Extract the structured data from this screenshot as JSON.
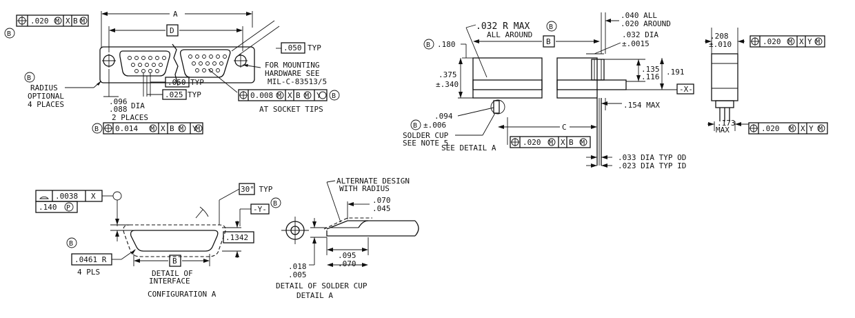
{
  "labels": {
    "dim_a": "A",
    "dim_d": "D",
    "dim_b": "B",
    "dim_c": "C",
    "fcf_top_left_1": ".020",
    "fcf_top_left_2": "X",
    "fcf_top_left_3": "B",
    "typ_050": ".050",
    "typ_word": "TYP",
    "radius_opt_1": "RADIUS",
    "radius_opt_2": "OPTIONAL",
    "radius_opt_3": "4 PLACES",
    "dia_096": ".096",
    "dia_088": ".088",
    "dia_word": "DIA",
    "two_places": "2 PLACES",
    "pitch_050": ".050",
    "pitch_025": ".025",
    "fcf_bottom_1": "0.014",
    "fcf_bottom_2": "X",
    "fcf_bottom_3": "B",
    "fcf_bottom_4": "Y",
    "mount_1": "FOR MOUNTING",
    "mount_2": "HARDWARE SEE",
    "mount_3": "MIL-C-83513/5",
    "fcf_socket_1": "0.008",
    "fcf_socket_2": "X",
    "fcf_socket_3": "B",
    "fcf_socket_4": "Y",
    "at_socket_tips": "AT SOCKET TIPS",
    "r_max": ".032 R MAX",
    "all_around": "ALL AROUND",
    "d180": ".180",
    "d375": ".375",
    "d340": "±.340",
    "d094": ".094",
    "d006": "±.006",
    "solder_cup": "SOLDER CUP",
    "see_note": "SEE NOTE 5",
    "see_detail": "SEE DETAIL A",
    "fcf_side_1": ".020",
    "fcf_side_2": "X",
    "fcf_side_3": "B",
    "all_040": ".040 ALL",
    "around_020": ".020 AROUND",
    "dia_032": ".032 DIA",
    "tol_0015": "±.0015",
    "d135": ".135",
    "d116": ".116",
    "d191": ".191",
    "datum_x": "-X-",
    "max_154": ".154 MAX",
    "od_033": ".033 DIA TYP OD",
    "id_023": ".023 DIA TYP ID",
    "d208": ".208",
    "d010": "±.010",
    "d173": ".173",
    "max_word": "MAX",
    "fcf_end_1": ".020",
    "fcf_end_2": "X",
    "fcf_end_3": "Y",
    "profile_0038": ".0038",
    "profile_x": "X",
    "d140": ".140",
    "p_circle": "P",
    "typ_30": "30° TYP",
    "datum_y": "-Y-",
    "d1342": ".1342",
    "r0461": ".0461 R",
    "four_pls": "4 PLS",
    "detail_interface_1": "DETAIL OF",
    "detail_interface_2": "INTERFACE",
    "config_a": "CONFIGURATION A",
    "alt_1": "ALTERNATE DESIGN",
    "alt_2": "WITH RADIUS",
    "d070": ".070",
    "d045": ".045",
    "d018": ".018",
    "d005": ".005",
    "d095": ".095",
    "d070b": ".070",
    "solder_title_1": "DETAIL OF SOLDER CUP",
    "solder_title_2": "DETAIL A",
    "b_marker": "B",
    "m_marker": "M"
  }
}
